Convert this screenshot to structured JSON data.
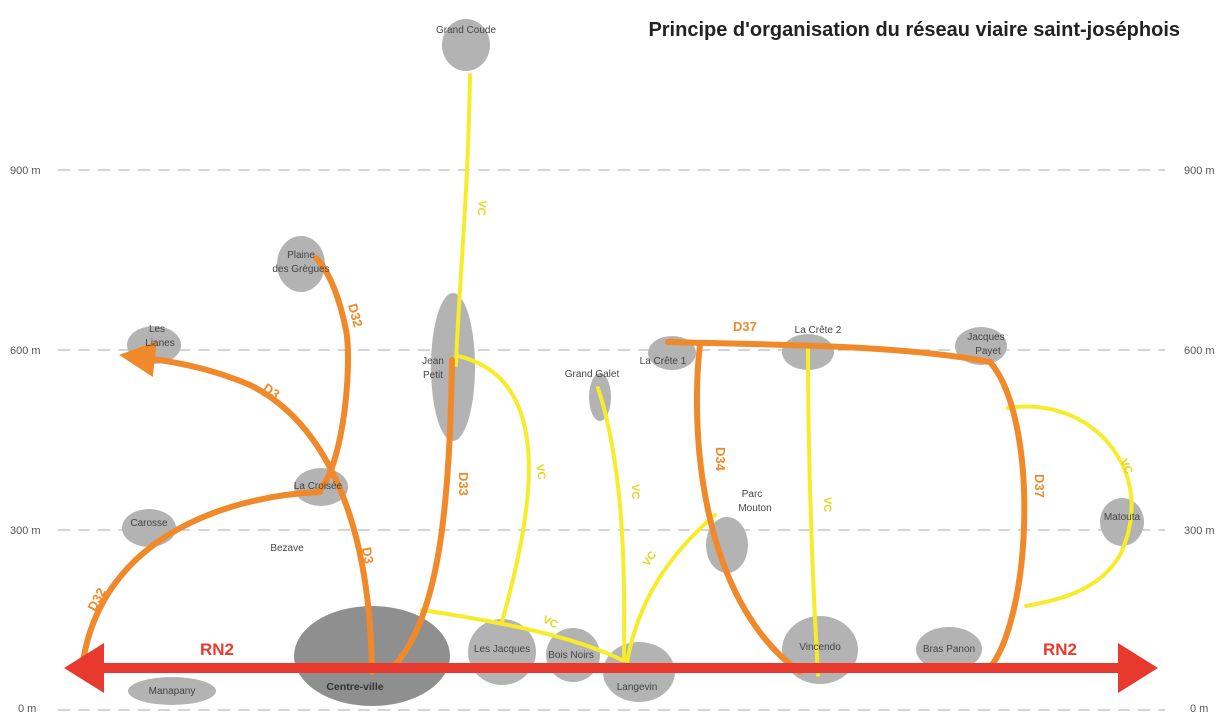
{
  "title": "Principe d'organisation du réseau viaire saint-joséphois",
  "colors": {
    "rn": "#e8392f",
    "departmental": "#f0892a",
    "communal": "#f7ec2a",
    "node": "#b3b3b3",
    "node_main": "#8f8f8f",
    "grid": "#aaaaaa",
    "road_label": "#f0892a",
    "vc_label": "#e6d51c"
  },
  "altitudes": {
    "a900": "900 m",
    "a600": "600 m",
    "a300": "300 m",
    "a0": "0 m"
  },
  "places": {
    "grand_coude": "Grand Coude",
    "plaine_l1": "Plaine",
    "plaine_l2": "des Grègues",
    "lianes_l1": "Les",
    "lianes_l2": "Lianes",
    "jean_petit_l1": "Jean",
    "jean_petit_l2": "Petit",
    "grand_galet": "Grand Galet",
    "crete1": "La Crête 1",
    "crete2": "La Crête 2",
    "jacques_payet_l1": "Jacques",
    "jacques_payet_l2": "Payet",
    "croisee": "La Croisée",
    "carosse": "Carosse",
    "bezave": "Bezave",
    "parc_mouton_l1": "Parc",
    "parc_mouton_l2": "Mouton",
    "matouta": "Matouta",
    "centre_ville": "Centre-ville",
    "les_jacques": "Les Jacques",
    "bois_noirs": "Bois Noirs",
    "langevin": "Langevin",
    "vincendo": "Vincendo",
    "bras_panon": "Bras Panon",
    "manapany": "Manapany"
  },
  "roads": {
    "rn2": "RN2",
    "d32": "D32",
    "d3": "D3",
    "d33": "D33",
    "d34": "D34",
    "d37": "D37",
    "vc": "VC"
  }
}
